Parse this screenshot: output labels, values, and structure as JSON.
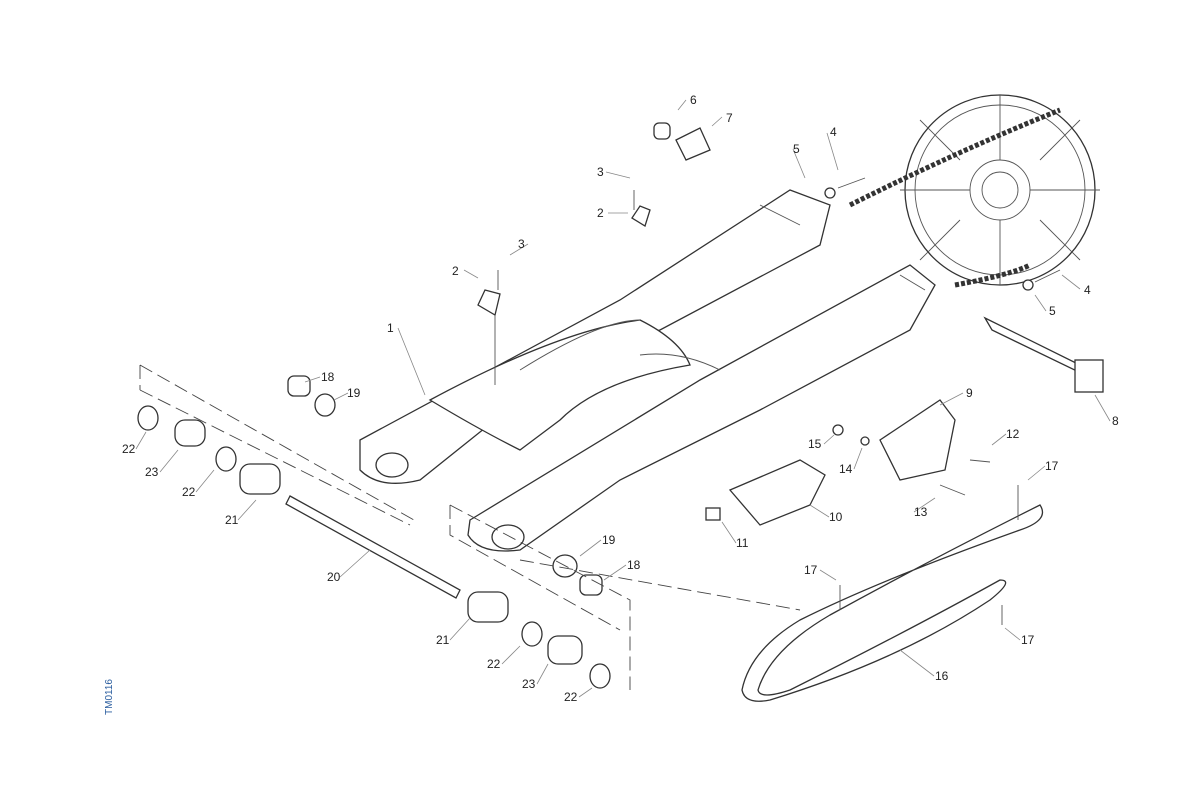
{
  "drawing_code": "TM0116",
  "callouts": [
    "6",
    "7",
    "3",
    "2",
    "3",
    "2",
    "4",
    "5",
    "4",
    "5",
    "1",
    "18",
    "19",
    "22",
    "23",
    "22",
    "21",
    "20",
    "9",
    "12",
    "15",
    "14",
    "17",
    "10",
    "13",
    "11",
    "19",
    "18",
    "17",
    "21",
    "22",
    "23",
    "22",
    "17",
    "16",
    "8"
  ],
  "colors": {
    "line": "#333333",
    "code_text": "#2a5d9f"
  }
}
